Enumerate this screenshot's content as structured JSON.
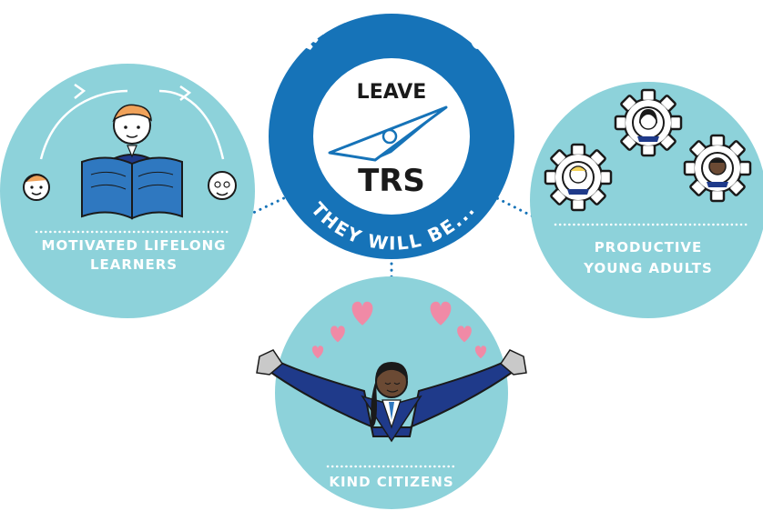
{
  "hub": {
    "arc_top": "WHEN STUDENTS",
    "word_top": "LEAVE",
    "word_main": "TRS",
    "arc_bottom": "THEY WILL BE..."
  },
  "outcomes": [
    {
      "id": "learners",
      "lines": [
        "MOTIVATED LIFELONG",
        "LEARNERS"
      ]
    },
    {
      "id": "adults",
      "lines": [
        "PRODUCTIVE",
        "YOUNG ADULTS"
      ]
    },
    {
      "id": "citizens",
      "lines": [
        "KIND CITIZENS"
      ]
    }
  ],
  "colors": {
    "hub_blue": "#1673b8",
    "hub_inner": "#ffffff",
    "bubble": "#8dd2da",
    "suit": "#1f3a8a",
    "book": "#2f78c0",
    "heart": "#f08aa6",
    "connector": "#1673b8",
    "ink": "#1a1a1a"
  }
}
